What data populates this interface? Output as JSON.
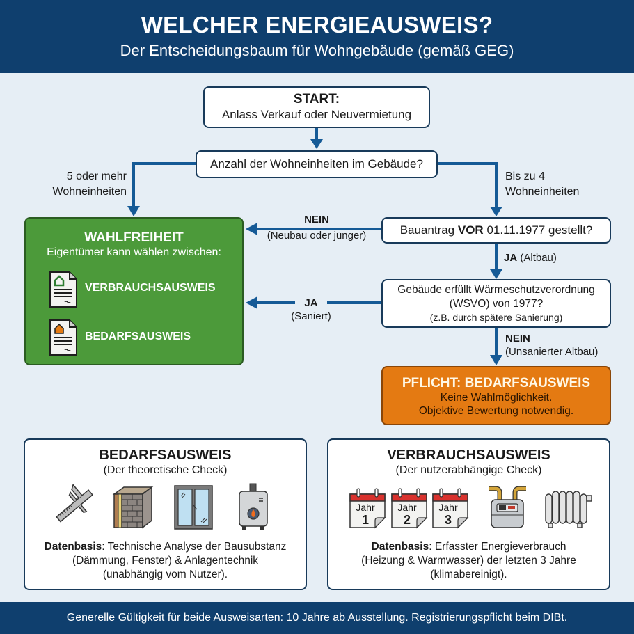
{
  "header": {
    "title": "WELCHER ENERGIEAUSWEIS?",
    "subtitle": "Der Entscheidungsbaum für Wohngebäude (gemäß GEG)"
  },
  "flow": {
    "start": {
      "title": "START:",
      "text": "Anlass Verkauf oder Neuvermietung"
    },
    "q_units": "Anzahl der Wohneinheiten im Gebäude?",
    "branch_many": {
      "line1": "5 oder mehr",
      "line2": "Wohneinheiten"
    },
    "branch_few": {
      "line1": "Bis zu 4",
      "line2": "Wohneinheiten"
    },
    "q_date": {
      "pre": "Bauantrag ",
      "bold": "VOR",
      "post": " 01.11.1977 gestellt?"
    },
    "nein1": {
      "bold": "NEIN",
      "text": "(Neubau oder jünger)"
    },
    "ja1": {
      "bold": "JA",
      "text": " (Altbau)"
    },
    "q_wsvo": {
      "line1": "Gebäude erfüllt Wärmeschutzverordnung",
      "line2": "(WSVO) von 1977?",
      "line3": "(z.B. durch spätere Sanierung)"
    },
    "ja2": {
      "bold": "JA",
      "text": "(Saniert)"
    },
    "nein2": {
      "bold": "NEIN",
      "text": "(Unsanierter Altbau)"
    },
    "choice": {
      "title": "WAHLFREIHEIT",
      "subtitle": "Eigentümer kann wählen zwischen:",
      "options": [
        {
          "label": "VERBRAUCHSAUSWEIS",
          "icon": "document-house-green-icon",
          "color": "#4c9a3a"
        },
        {
          "label": "BEDARFSAUSWEIS",
          "icon": "document-house-orange-icon",
          "color": "#e47a12"
        }
      ]
    },
    "mandatory": {
      "title": "PFLICHT: BEDARFSAUSWEIS",
      "line1": "Keine Wahlmöglichkeit.",
      "line2": "Objektive Bewertung notwendig."
    }
  },
  "cards": {
    "bedarf": {
      "title": "BEDARFSAUSWEIS",
      "subtitle": "(Der theoretische Check)",
      "icons": [
        "caliper-icon",
        "insulated-wall-icon",
        "window-icon",
        "boiler-icon"
      ],
      "desc_bold": "Datenbasis",
      "desc_line1": ": Technische Analyse der Bausubstanz",
      "desc_line2": "(Dämmung, Fenster) & Anlagentechnik",
      "desc_line3": "(unabhängig vom Nutzer)."
    },
    "verbrauch": {
      "title": "VERBRAUCHSAUSWEIS",
      "subtitle": "(Der nutzerabhängige Check)",
      "calendars": [
        {
          "label": "Jahr",
          "num": "1"
        },
        {
          "label": "Jahr",
          "num": "2"
        },
        {
          "label": "Jahr",
          "num": "3"
        }
      ],
      "icons": [
        "calendar-icon",
        "gas-meter-icon",
        "radiator-icon"
      ],
      "desc_bold": "Datenbasis",
      "desc_line1": ": Erfasster Energieverbrauch",
      "desc_line2": "(Heizung & Warmwasser) der letzten 3 Jahre",
      "desc_line3": "(klimabereinigt)."
    }
  },
  "footer": {
    "text": "Generelle Gültigkeit für beide Ausweisarten: 10 Jahre ab Ausstellung. Registrierungspflicht beim DIBt."
  },
  "colors": {
    "header_bg": "#0f3f6e",
    "arrow": "#155a96",
    "green": "#4c9a3a",
    "orange": "#e47a12",
    "background": "#e6eef5"
  }
}
